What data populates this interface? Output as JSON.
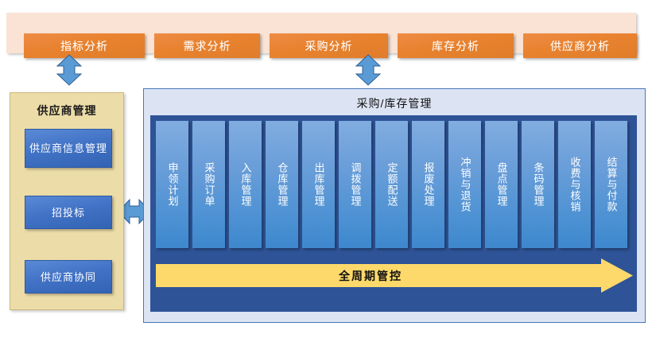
{
  "top_bar": {
    "items": [
      {
        "label": "指标分析",
        "name": "analysis-metric"
      },
      {
        "label": "需求分析",
        "name": "analysis-demand"
      },
      {
        "label": "采购分析",
        "name": "analysis-purchase"
      },
      {
        "label": "库存分析",
        "name": "analysis-inventory"
      },
      {
        "label": "供应商分析",
        "name": "analysis-supplier"
      }
    ],
    "background_color": "#FAE3D5",
    "button_color": "#E8822F"
  },
  "connectors": {
    "vertical_arrow_left": "double-arrow-up-down",
    "vertical_arrow_right": "double-arrow-up-down",
    "horizontal_arrow": "double-arrow-left-right",
    "color": "#5B9BD5"
  },
  "sidebar": {
    "title": "供应商管理",
    "background_color": "#ECDCA7",
    "items": [
      {
        "label": "供应商信息管理"
      },
      {
        "label": "招投标"
      },
      {
        "label": "供应商协同"
      }
    ]
  },
  "panel": {
    "title": "采购/库存管理",
    "background_color": "#DCE4F3",
    "inner_color": "#2E5396",
    "columns": [
      {
        "label": "申领计划"
      },
      {
        "label": "采购订单"
      },
      {
        "label": "入库管理"
      },
      {
        "label": "仓库管理"
      },
      {
        "label": "出库管理"
      },
      {
        "label": "调拨管理"
      },
      {
        "label": "定额配送"
      },
      {
        "label": "报废处理"
      },
      {
        "label": "冲销与退货"
      },
      {
        "label": "盘点管理"
      },
      {
        "label": "条码管理"
      },
      {
        "label": "收费与核销"
      },
      {
        "label": "结算与付款"
      }
    ],
    "lifecycle_arrow": {
      "label": "全周期管控",
      "color": "#FCD96A"
    }
  }
}
